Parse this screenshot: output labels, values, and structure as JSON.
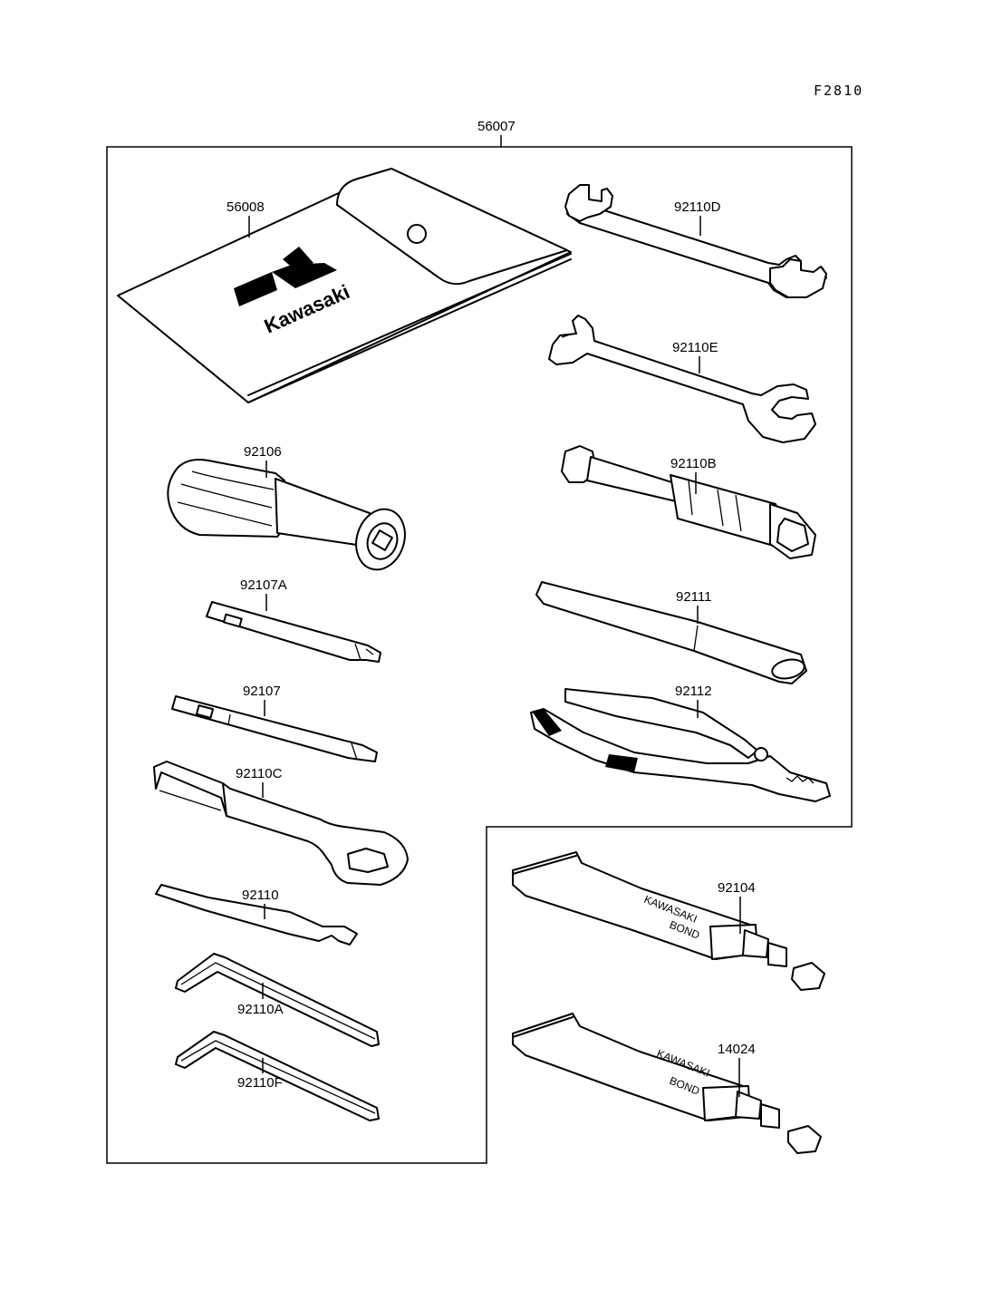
{
  "figure_id": "F2810",
  "kit_label": "56007",
  "logo_text": "Kawasaki",
  "tube_label_lines": [
    "KAWASAKI",
    "BOND"
  ],
  "parts": [
    {
      "name": "part-56008",
      "label": "56008"
    },
    {
      "name": "part-92110d",
      "label": "92110D"
    },
    {
      "name": "part-92110e",
      "label": "92110E"
    },
    {
      "name": "part-92106",
      "label": "92106"
    },
    {
      "name": "part-92110b",
      "label": "92110B"
    },
    {
      "name": "part-92107a",
      "label": "92107A"
    },
    {
      "name": "part-92111",
      "label": "92111"
    },
    {
      "name": "part-92107",
      "label": "92107"
    },
    {
      "name": "part-92112",
      "label": "92112"
    },
    {
      "name": "part-92110c",
      "label": "92110C"
    },
    {
      "name": "part-92104",
      "label": "92104"
    },
    {
      "name": "part-92110",
      "label": "92110"
    },
    {
      "name": "part-92110a",
      "label": "92110A"
    },
    {
      "name": "part-92110f",
      "label": "92110F"
    },
    {
      "name": "part-14024",
      "label": "14024"
    }
  ]
}
